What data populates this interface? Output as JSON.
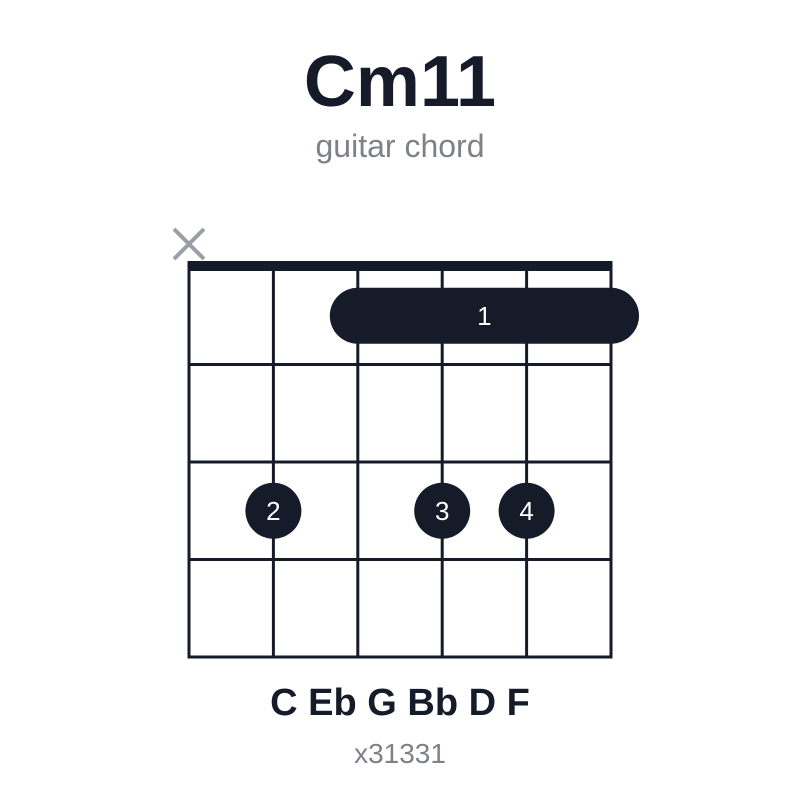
{
  "chord": {
    "name": "Cm11",
    "subtitle": "guitar chord",
    "notes": "C Eb G Bb D F",
    "tab": "x31331"
  },
  "diagram": {
    "strings": 6,
    "frets": 4,
    "muted_strings": [
      1
    ],
    "barre": {
      "fret": 1,
      "from_string": 3,
      "to_string": 6,
      "finger": "1"
    },
    "dots": [
      {
        "string": 2,
        "fret": 3,
        "finger": "2"
      },
      {
        "string": 4,
        "fret": 3,
        "finger": "3"
      },
      {
        "string": 5,
        "fret": 3,
        "finger": "4"
      }
    ]
  },
  "colors": {
    "ink": "#151b28",
    "muted": "#9a9ea5",
    "label_on_dark": "#ffffff"
  }
}
